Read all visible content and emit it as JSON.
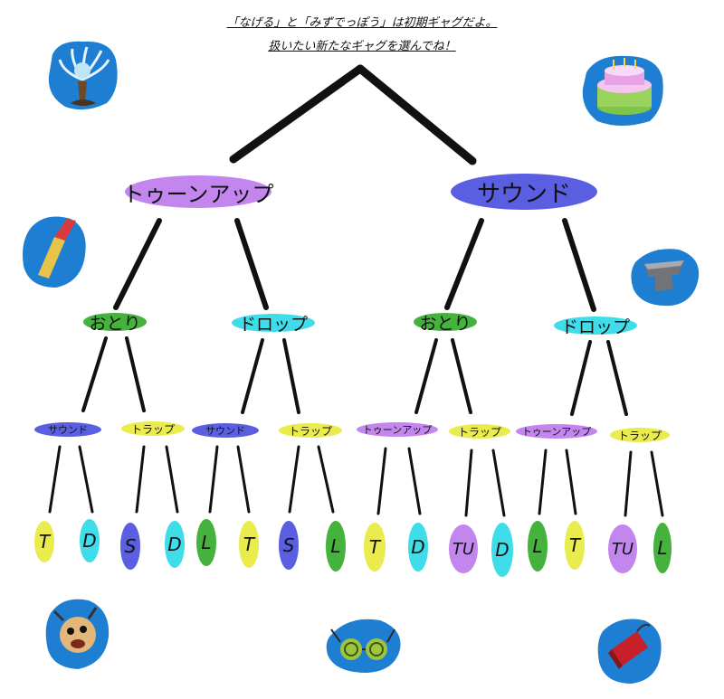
{
  "title": {
    "line1": "「なげる」と「みずでっぽう」は初期ギャグだよ。",
    "line2": "扱いたい新たなギャグを選んでね！"
  },
  "colors": {
    "toonup": "#c286ee",
    "sound": "#5a5ee0",
    "lure": "#44b23c",
    "drop": "#3fdcea",
    "trap": "#e9ec4c",
    "icon_bg": "#1e7fd2"
  },
  "tree": {
    "left": {
      "label": "トゥーンアップ",
      "children": [
        {
          "label": "おとり",
          "children": [
            {
              "label": "サウンド",
              "leaves": [
                "T",
                "D"
              ]
            },
            {
              "label": "トラップ",
              "leaves": [
                "S",
                "D"
              ]
            }
          ]
        },
        {
          "label": "ドロップ",
          "children": [
            {
              "label": "サウンド",
              "leaves": [
                "L",
                "T"
              ]
            },
            {
              "label": "トラップ",
              "leaves": [
                "S",
                "L"
              ]
            }
          ]
        }
      ]
    },
    "right": {
      "label": "サウンド",
      "children": [
        {
          "label": "おとり",
          "children": [
            {
              "label": "トゥーンアップ",
              "leaves": [
                "T",
                "D"
              ]
            },
            {
              "label": "トラップ",
              "leaves": [
                "TU",
                "D"
              ]
            }
          ]
        },
        {
          "label": "ドロップ",
          "children": [
            {
              "label": "トゥーンアップ",
              "leaves": [
                "L",
                "T"
              ]
            },
            {
              "label": "トラップ",
              "leaves": [
                "TU",
                "L"
              ]
            }
          ]
        }
      ]
    }
  },
  "icons": [
    {
      "name": "fountain-icon"
    },
    {
      "name": "birthday-cake-icon"
    },
    {
      "name": "lipstick-icon"
    },
    {
      "name": "anvil-icon"
    },
    {
      "name": "foghorn-icon"
    },
    {
      "name": "hypno-glasses-icon"
    },
    {
      "name": "tnt-icon"
    }
  ]
}
